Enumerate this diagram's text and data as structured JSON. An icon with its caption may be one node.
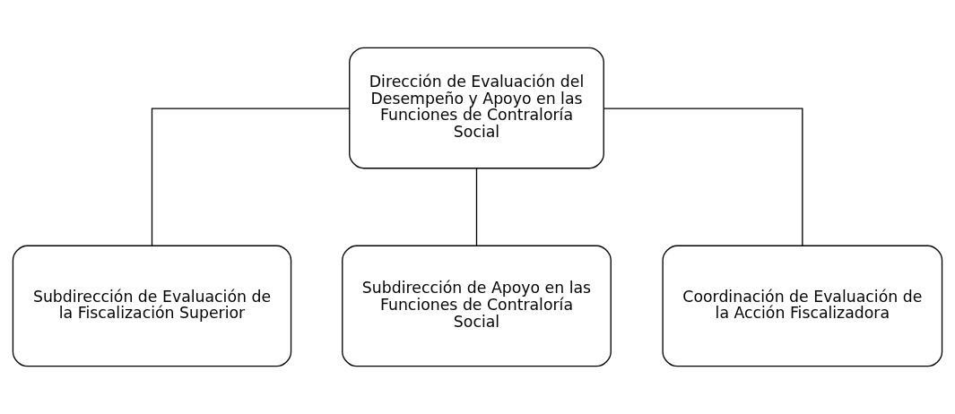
{
  "diagram": {
    "nodes": [
      {
        "text": [
          "Dirección de Evaluación del Desempeño y Apoyo en las Funciones de Contraloría Social"
        ]
      },
      {
        "text": [
          "Subdirección de Evaluación de la Fiscalización Superior"
        ]
      },
      {
        "text": [
          "Subdirección de Apoyo en las Funciones de Contraloría Social"
        ]
      },
      {
        "text": [
          "Coordinación de Evaluación de la Acción Fiscalizadora"
        ]
      }
    ],
    "edges": [
      {
        "from": 0,
        "to": 1,
        "arrow": "none"
      },
      {
        "from": 0,
        "to": 2,
        "arrow": "none"
      },
      {
        "from": 0,
        "to": 3,
        "arrow": "none"
      }
    ]
  }
}
